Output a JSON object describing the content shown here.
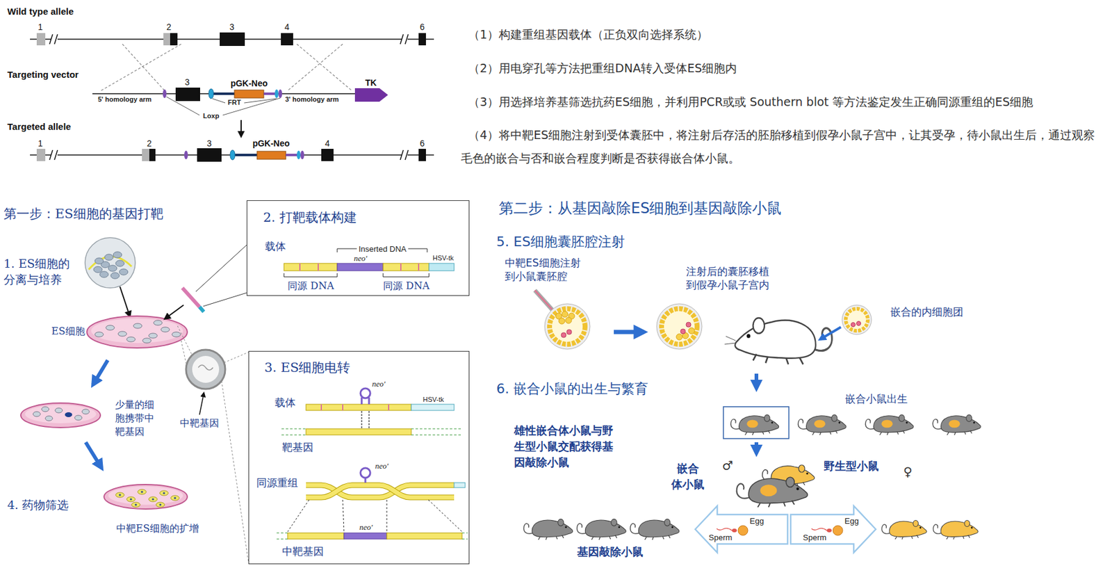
{
  "diagram": {
    "nodes": [
      {
        "text": [
          "2. 打靶载体构建",
          "载体",
          "Inserted DNA",
          "neo'",
          "HSV-tk",
          "同源 DNA",
          "同源 DNA"
        ]
      },
      {
        "text": [
          "3. ES细胞电转",
          "载体",
          "neo'",
          "HSV-tk",
          "靶基因",
          "同源重组",
          "neo'",
          "neo'",
          "中靶基因"
        ]
      }
    ],
    "labels": [
      "Wild type allele",
      "1",
      "2",
      "3",
      "4",
      "6",
      "Targeting vector",
      "3",
      "pGK-Neo",
      "TK",
      "5' homology arm",
      "FRT",
      "3' homology arm",
      "Loxp",
      "Targeted allele",
      "1",
      "2",
      "3",
      "pGK-Neo",
      "4",
      "6",
      "（1）构建重组基因载体（正负双向选择系统）",
      "（2）用电穿孔等方法把重组DNA转入受体ES细胞内",
      "（3）用选择培养基筛选抗药ES细胞，并利用PCR或或 Southern blot 等方法鉴定发生正确同源重组的ES细胞",
      "（4）将中靶ES细胞注射到受体囊胚中，将注射后存活的胚胎移植到假孕小鼠子宫中，让其受孕，待小鼠出生后，通过观察毛色的嵌合与否和嵌合程度判断是否获得嵌合体小鼠。",
      "第一步：ES细胞的基因打靶",
      "1. ES细胞的分离与培养",
      "ES细胞",
      "少量的细胞携带中靶基因",
      "中靶基因",
      "4. 药物筛选",
      "中靶ES细胞的扩增",
      "第二步：从基因敲除ES细胞到基因敲除小鼠",
      "5. ES细胞囊胚腔注射",
      "中靶ES细胞注射到小鼠囊胚腔",
      "注射后的囊胚移植到假孕小鼠子宫内",
      "嵌合的内细胞团",
      "6. 嵌合小鼠的出生与繁育",
      "嵌合小鼠出生",
      "雄性嵌合体小鼠与野生型小鼠交配获得基因敲除小鼠",
      "嵌合体小鼠",
      "♂",
      "野生型小鼠",
      "♀",
      "Egg",
      "Sperm",
      "Egg",
      "Sperm",
      "基因敲除小鼠"
    ]
  }
}
